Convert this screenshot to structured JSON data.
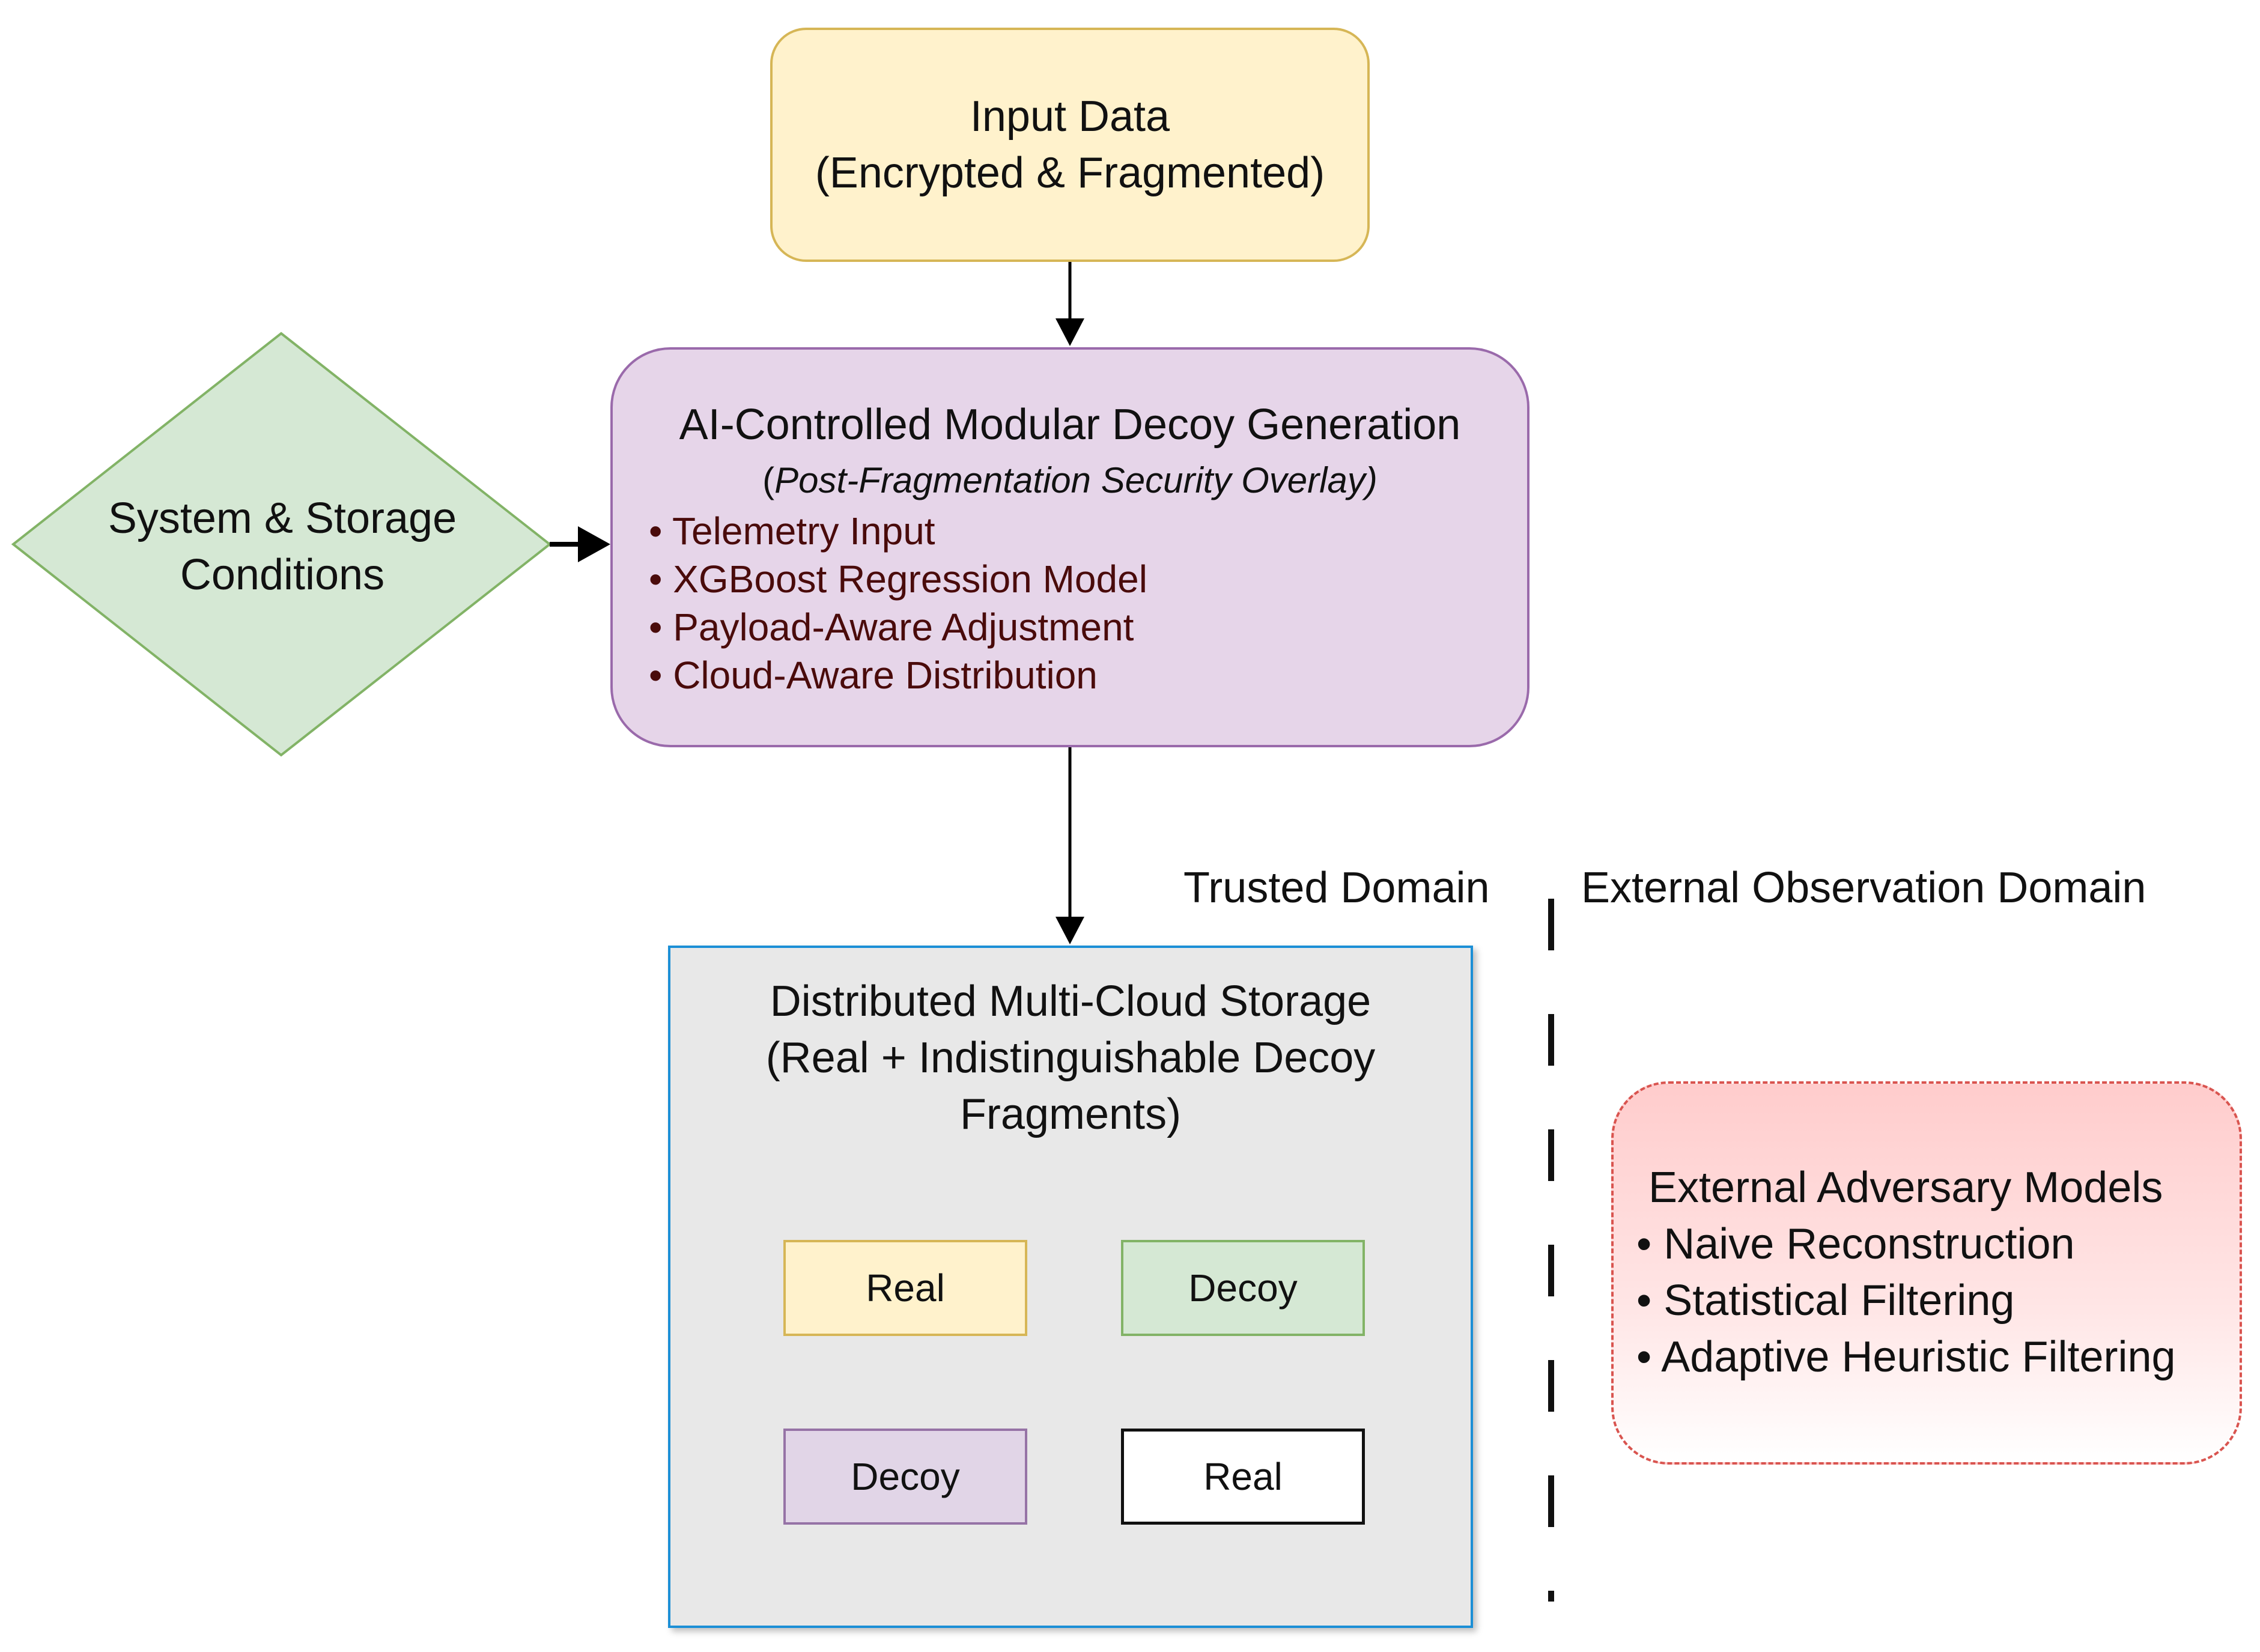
{
  "input_node": {
    "line1": "Input Data",
    "line2": "(Encrypted & Fragmented)"
  },
  "decoy_generation": {
    "title": "AI-Controlled Modular Decoy Generation",
    "subtitle_open": "(",
    "subtitle_italic": "Post-Fragmentation Security Overlay)",
    "items": [
      "• Telemetry Input",
      "• XGBoost Regression Model",
      "• Payload-Aware Adjustment",
      "• Cloud-Aware Distribution"
    ]
  },
  "conditions_node": {
    "line1": "System & Storage",
    "line2": "Conditions"
  },
  "storage_node": {
    "line1": "Distributed Multi-Cloud Storage",
    "line2": "(Real + Indistinguishable Decoy",
    "line3": "Fragments)",
    "fragments": [
      "Real",
      "Decoy",
      "Decoy",
      "Real"
    ]
  },
  "domains": {
    "trusted": "Trusted Domain",
    "external": "External Observation Domain"
  },
  "adversary_node": {
    "title": "External Adversary Models",
    "items": [
      "• Naive Reconstruction",
      "• Statistical Filtering",
      "• Adaptive Heuristic Filtering"
    ]
  },
  "colors": {
    "input_fill": "#fff2cc",
    "decoy_gen_fill": "#e6d5e9",
    "conditions_fill": "#d5e8d4",
    "storage_fill": "#e8e8e8",
    "storage_border": "#1b8fd6",
    "adversary_border": "#d9544f"
  }
}
